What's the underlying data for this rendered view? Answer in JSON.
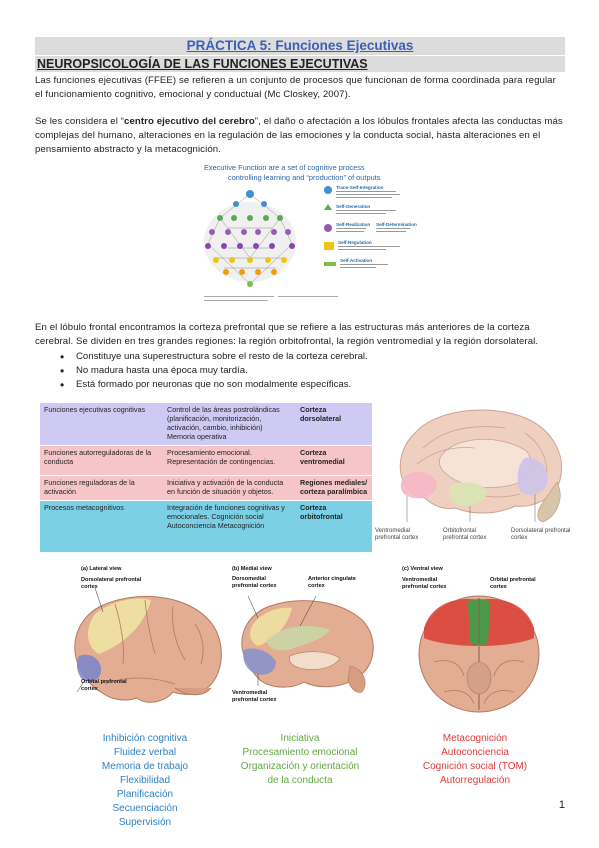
{
  "title": "PRÁCTICA 5: Funciones Ejecutivas",
  "subtitle": "NEUROPSICOLOGÍA DE LAS FUNCIONES EJECUTIVAS",
  "para1": "Las funciones ejecutivas (FFEE) se refieren a un conjunto de procesos que funcionan de forma coordinada para regular el funcionamiento cognitivo, emocional y conductual (Mc Closkey, 2007).",
  "para2_pre": "Se les considera el “",
  "para2_bold": "centro ejecutivo del cerebro",
  "para2_post": "”, el daño o afectación a los lóbulos frontales afecta las conductas más complejas del humano, alteraciones en la regulación de las emociones y la conducta social, hasta alteraciones en el pensamiento abstracto y la metacognición.",
  "figure1": {
    "heading": "Executive Function are a set of cognitive process controlling learning and “production” of outputs",
    "items": [
      {
        "label": "Trans-Self-Integration",
        "color": "#1f6fb0"
      },
      {
        "label": "Self-Generation",
        "color": "#1f6fb0"
      },
      {
        "label": "Self-Realization",
        "color": "#1f6fb0"
      },
      {
        "label": "Self-Determination",
        "color": "#1f6fb0"
      },
      {
        "label": "Self-Regulation",
        "color": "#1f6fb0"
      },
      {
        "label": "Self-Activation",
        "color": "#1f6fb0"
      }
    ]
  },
  "para3": "En el lóbulo frontal encontramos la corteza prefrontal que se refiere a las estructuras más anteriores de la corteza cerebral. Se dividen en tres grandes regiones: la región orbitofrontal, la región ventromedial y la región dorsolateral.",
  "bullets": [
    "Constituye una superestructura sobre el resto de la corteza cerebral.",
    "No madura hasta una época muy tardía.",
    "Está formado por neuronas que no son modalmente específicas."
  ],
  "table": [
    {
      "c1": "Funciones ejecutivas cognitivas",
      "c2": "Control de las áreas postrolándicas (planificación, monitorización, activación, cambio, inhibición) Memoria operativa",
      "c3": "Corteza dorsolateral"
    },
    {
      "c1": "Funciones autorreguladoras de la conducta",
      "c2": "Procesamiento emocional. Representación de contingencias.",
      "c3": "Corteza ventromedial"
    },
    {
      "c1": "Funciones reguladoras de la activación",
      "c2": "Iniciativa y activación de la conducta en función de situación y objetos.",
      "c3": "Regiones mediales/ corteza paralímbica"
    },
    {
      "c1": "Procesos metacognitivos",
      "c2": "Integración de funciones cognitivas y emocionales. Cognición social Autoconciencia Metacognición",
      "c3": "Corteza orbitofrontal"
    }
  ],
  "brain_top_labels": [
    "Ventromedial prefrontal cortex",
    "Orbitofrontal prefrontal cortex",
    "Dorsolateral prefrontal cortex"
  ],
  "views": {
    "a": {
      "title": "(a) Lateral view",
      "labels": [
        "Dorsolateral prefrontal cortex",
        "Orbital prefrontal cortex"
      ]
    },
    "b": {
      "title": "(b) Medial view",
      "labels": [
        "Dorsomedial prefrontal cortex",
        "Anterior cingulate cortex",
        "Ventromedial prefrontal cortex"
      ]
    },
    "c": {
      "title": "(c) Ventral view",
      "labels": [
        "Ventromedial prefrontal cortex",
        "Orbital prefrontal cortex"
      ]
    }
  },
  "list_blue": [
    "Inhibición cognitiva",
    "Fluidez verbal",
    "Memoria de trabajo",
    "Flexibilidad",
    "Planificación",
    "Secuenciación",
    "Supervisión"
  ],
  "list_green": [
    "Iniciativa",
    "Procesamiento emocional",
    "Organización y orientación",
    "de la conducta"
  ],
  "list_red": [
    "Metacognición",
    "Autoconciencia",
    "Cognición social (TOM)",
    "Autorregulación"
  ],
  "page_number": "1"
}
